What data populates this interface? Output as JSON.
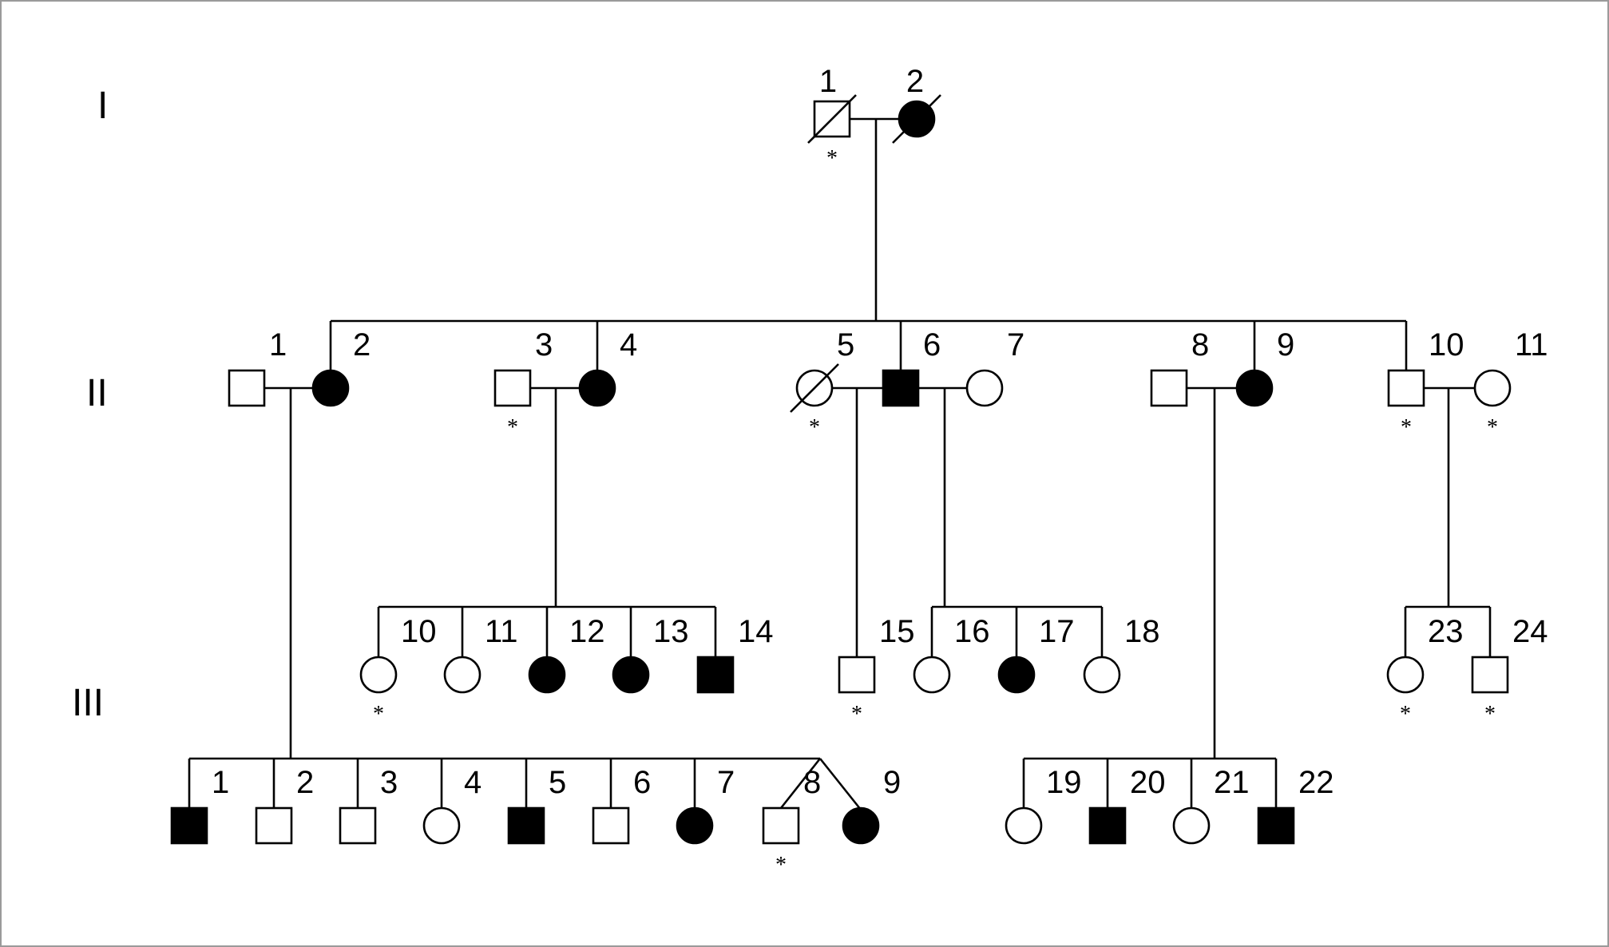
{
  "generations": [
    {
      "id": "gen-1",
      "label": "I"
    },
    {
      "id": "gen-2",
      "label": "II"
    },
    {
      "id": "gen-3",
      "label": "III"
    }
  ],
  "individuals": [
    {
      "id": "I-1",
      "gen": "gen-1",
      "label": "1",
      "sex": "male",
      "affected": false,
      "deceased": true,
      "examined": true
    },
    {
      "id": "I-2",
      "gen": "gen-1",
      "label": "2",
      "sex": "female",
      "affected": true,
      "deceased": true,
      "examined": false
    },
    {
      "id": "II-1",
      "gen": "gen-2",
      "label": "1",
      "sex": "male",
      "affected": false,
      "deceased": false,
      "examined": false
    },
    {
      "id": "II-2",
      "gen": "gen-2",
      "label": "2",
      "sex": "female",
      "affected": true,
      "deceased": false,
      "examined": false
    },
    {
      "id": "II-3",
      "gen": "gen-2",
      "label": "3",
      "sex": "male",
      "affected": false,
      "deceased": false,
      "examined": true
    },
    {
      "id": "II-4",
      "gen": "gen-2",
      "label": "4",
      "sex": "female",
      "affected": true,
      "deceased": false,
      "examined": false
    },
    {
      "id": "II-5",
      "gen": "gen-2",
      "label": "5",
      "sex": "female",
      "affected": false,
      "deceased": true,
      "examined": true
    },
    {
      "id": "II-6",
      "gen": "gen-2",
      "label": "6",
      "sex": "male",
      "affected": true,
      "deceased": false,
      "examined": false
    },
    {
      "id": "II-7",
      "gen": "gen-2",
      "label": "7",
      "sex": "female",
      "affected": false,
      "deceased": false,
      "examined": false
    },
    {
      "id": "II-8",
      "gen": "gen-2",
      "label": "8",
      "sex": "male",
      "affected": false,
      "deceased": false,
      "examined": false
    },
    {
      "id": "II-9",
      "gen": "gen-2",
      "label": "9",
      "sex": "female",
      "affected": true,
      "deceased": false,
      "examined": false
    },
    {
      "id": "II-10",
      "gen": "gen-2",
      "label": "10",
      "sex": "male",
      "affected": false,
      "deceased": false,
      "examined": true
    },
    {
      "id": "II-11",
      "gen": "gen-2",
      "label": "11",
      "sex": "female",
      "affected": false,
      "deceased": false,
      "examined": true
    },
    {
      "id": "III-10",
      "gen": "gen-3",
      "label": "10",
      "sex": "female",
      "affected": false,
      "deceased": false,
      "examined": true
    },
    {
      "id": "III-11",
      "gen": "gen-3",
      "label": "11",
      "sex": "female",
      "affected": false,
      "deceased": false,
      "examined": false
    },
    {
      "id": "III-12",
      "gen": "gen-3",
      "label": "12",
      "sex": "female",
      "affected": true,
      "deceased": false,
      "examined": false
    },
    {
      "id": "III-13",
      "gen": "gen-3",
      "label": "13",
      "sex": "female",
      "affected": true,
      "deceased": false,
      "examined": false
    },
    {
      "id": "III-14",
      "gen": "gen-3",
      "label": "14",
      "sex": "male",
      "affected": true,
      "deceased": false,
      "examined": false
    },
    {
      "id": "III-15",
      "gen": "gen-3",
      "label": "15",
      "sex": "male",
      "affected": false,
      "deceased": false,
      "examined": true
    },
    {
      "id": "III-16",
      "gen": "gen-3",
      "label": "16",
      "sex": "female",
      "affected": false,
      "deceased": false,
      "examined": false
    },
    {
      "id": "III-17",
      "gen": "gen-3",
      "label": "17",
      "sex": "female",
      "affected": true,
      "deceased": false,
      "examined": false
    },
    {
      "id": "III-18",
      "gen": "gen-3",
      "label": "18",
      "sex": "female",
      "affected": false,
      "deceased": false,
      "examined": false
    },
    {
      "id": "III-23",
      "gen": "gen-3",
      "label": "23",
      "sex": "female",
      "affected": false,
      "deceased": false,
      "examined": true
    },
    {
      "id": "III-24",
      "gen": "gen-3",
      "label": "24",
      "sex": "male",
      "affected": false,
      "deceased": false,
      "examined": true
    },
    {
      "id": "III-1",
      "gen": "gen-3",
      "label": "1",
      "sex": "male",
      "affected": true,
      "deceased": false,
      "examined": false
    },
    {
      "id": "III-2",
      "gen": "gen-3",
      "label": "2",
      "sex": "male",
      "affected": false,
      "deceased": false,
      "examined": false
    },
    {
      "id": "III-3",
      "gen": "gen-3",
      "label": "3",
      "sex": "male",
      "affected": false,
      "deceased": false,
      "examined": false
    },
    {
      "id": "III-4",
      "gen": "gen-3",
      "label": "4",
      "sex": "female",
      "affected": false,
      "deceased": false,
      "examined": false
    },
    {
      "id": "III-5",
      "gen": "gen-3",
      "label": "5",
      "sex": "male",
      "affected": true,
      "deceased": false,
      "examined": false
    },
    {
      "id": "III-6",
      "gen": "gen-3",
      "label": "6",
      "sex": "male",
      "affected": false,
      "deceased": false,
      "examined": false
    },
    {
      "id": "III-7",
      "gen": "gen-3",
      "label": "7",
      "sex": "female",
      "affected": true,
      "deceased": false,
      "examined": false
    },
    {
      "id": "III-8",
      "gen": "gen-3",
      "label": "8",
      "sex": "male",
      "affected": false,
      "deceased": false,
      "examined": true,
      "twin_of": "III-9"
    },
    {
      "id": "III-9",
      "gen": "gen-3",
      "label": "9",
      "sex": "female",
      "affected": true,
      "deceased": false,
      "examined": false,
      "twin_of": "III-8"
    },
    {
      "id": "III-19",
      "gen": "gen-3",
      "label": "19",
      "sex": "female",
      "affected": false,
      "deceased": false,
      "examined": false
    },
    {
      "id": "III-20",
      "gen": "gen-3",
      "label": "20",
      "sex": "male",
      "affected": true,
      "deceased": false,
      "examined": false
    },
    {
      "id": "III-21",
      "gen": "gen-3",
      "label": "21",
      "sex": "female",
      "affected": false,
      "deceased": false,
      "examined": false
    },
    {
      "id": "III-22",
      "gen": "gen-3",
      "label": "22",
      "sex": "male",
      "affected": true,
      "deceased": false,
      "examined": false
    }
  ],
  "couples": [
    {
      "partners": [
        "I-1",
        "I-2"
      ],
      "children": [
        "II-2",
        "II-4",
        "II-6",
        "II-9",
        "II-10"
      ]
    },
    {
      "partners": [
        "II-1",
        "II-2"
      ],
      "children": [
        "III-1",
        "III-2",
        "III-3",
        "III-4",
        "III-5",
        "III-6",
        "III-7",
        "III-8",
        "III-9"
      ]
    },
    {
      "partners": [
        "II-3",
        "II-4"
      ],
      "children": [
        "III-10",
        "III-11",
        "III-12",
        "III-13",
        "III-14"
      ]
    },
    {
      "partners": [
        "II-5",
        "II-6"
      ],
      "children": [
        "III-15"
      ]
    },
    {
      "partners": [
        "II-6",
        "II-7"
      ],
      "children": [
        "III-16",
        "III-17",
        "III-18"
      ]
    },
    {
      "partners": [
        "II-8",
        "II-9"
      ],
      "children": [
        "III-19",
        "III-20",
        "III-21",
        "III-22"
      ]
    },
    {
      "partners": [
        "II-10",
        "II-11"
      ],
      "children": [
        "III-23",
        "III-24"
      ]
    }
  ],
  "examined_marker": "*",
  "colors": {
    "line": "#000000",
    "affected_fill": "#000000",
    "unaffected_fill": "#ffffff",
    "border": "#9a9a9a"
  }
}
